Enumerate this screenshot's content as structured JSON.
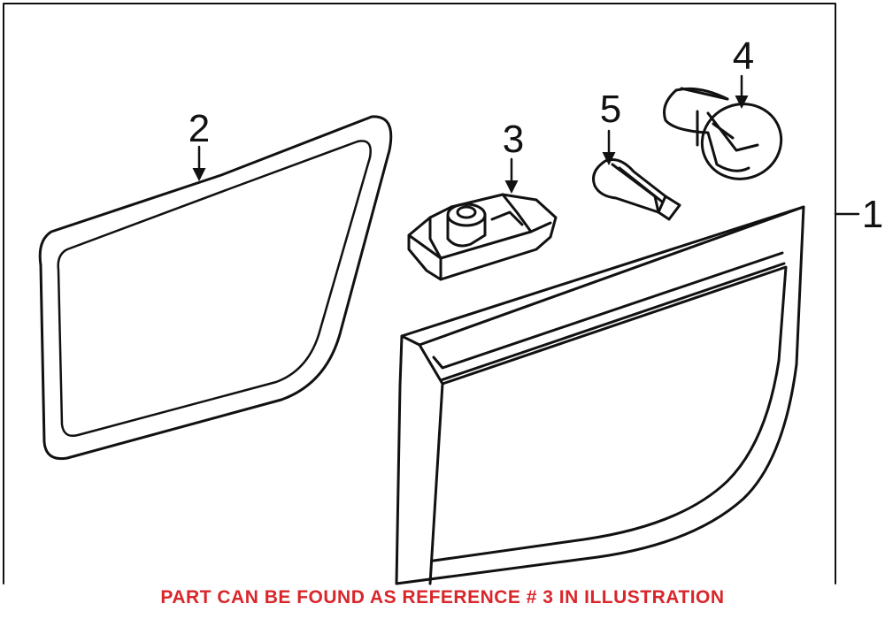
{
  "callouts": {
    "c1": "1",
    "c2": "2",
    "c3": "3",
    "c4": "4",
    "c5": "5"
  },
  "footer_note": "PART CAN BE FOUND AS REFERENCE # 3 IN ILLUSTRATION",
  "colors": {
    "line": "#111111",
    "footer": "#d9262b",
    "background": "#ffffff"
  }
}
